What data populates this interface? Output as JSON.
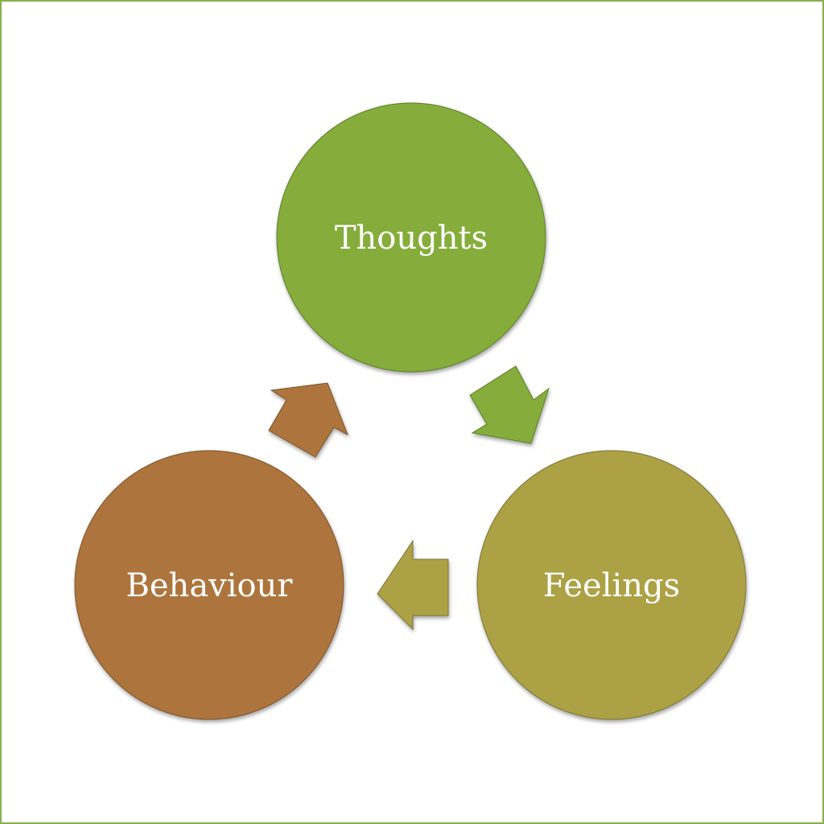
{
  "diagram": {
    "type": "cycle",
    "colors": {
      "border": "#86b04a",
      "thoughts": "#86ad3a",
      "feelings": "#aca144",
      "behaviour": "#ad743c",
      "text": "#ffffff"
    },
    "nodes": [
      {
        "id": "thoughts",
        "label": "Thoughts"
      },
      {
        "id": "feelings",
        "label": "Feelings"
      },
      {
        "id": "behaviour",
        "label": "Behaviour"
      }
    ],
    "edges": [
      {
        "from": "thoughts",
        "to": "feelings"
      },
      {
        "from": "feelings",
        "to": "behaviour"
      },
      {
        "from": "behaviour",
        "to": "thoughts"
      }
    ]
  }
}
